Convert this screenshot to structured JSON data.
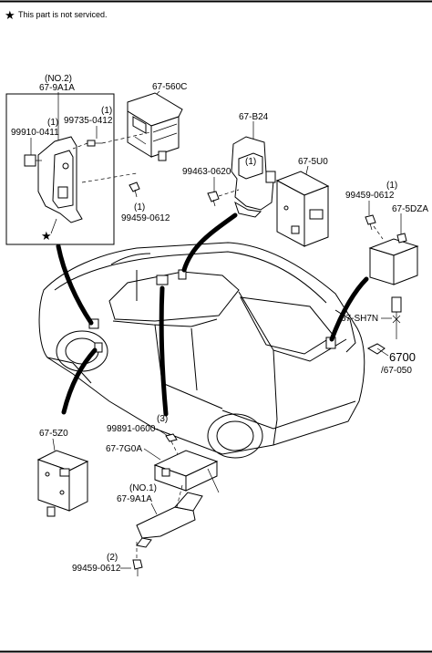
{
  "legend": {
    "symbol": "★",
    "text": "This part is not serviced."
  },
  "callouts": {
    "no2_qualifier": "(NO.2)",
    "bracket_upper": "67-9A1A",
    "bolt_99735_qty": "(1)",
    "bolt_99735": "99735-0412",
    "bolt_99910_qty": "(1)",
    "bolt_99910": "99910-0411",
    "bolt_99459_a_qty": "(1)",
    "bolt_99459_a": "99459-0612",
    "module_560c": "67-560C",
    "bracket_b24": "67-B24",
    "bolt_99463_qty": "(1)",
    "bolt_99463": "99463-0620",
    "module_5u0": "67-5U0",
    "bolt_99459_b_qty": "(1)",
    "bolt_99459_b": "99459-0612",
    "module_5dza": "67-5DZA",
    "harness_sh7n": "67-SH7N",
    "ref_6700": "6700",
    "ref_67050": "/67-050",
    "module_5z0": "67-5Z0",
    "nut_99891_qty": "(3)",
    "nut_99891": "99891-0600",
    "module_7g0a": "67-7G0A",
    "no1_qualifier": "(NO.1)",
    "bracket_lower": "67-9A1A",
    "bolt_99459_c_qty": "(2)",
    "bolt_99459_c": "99459-0612"
  }
}
